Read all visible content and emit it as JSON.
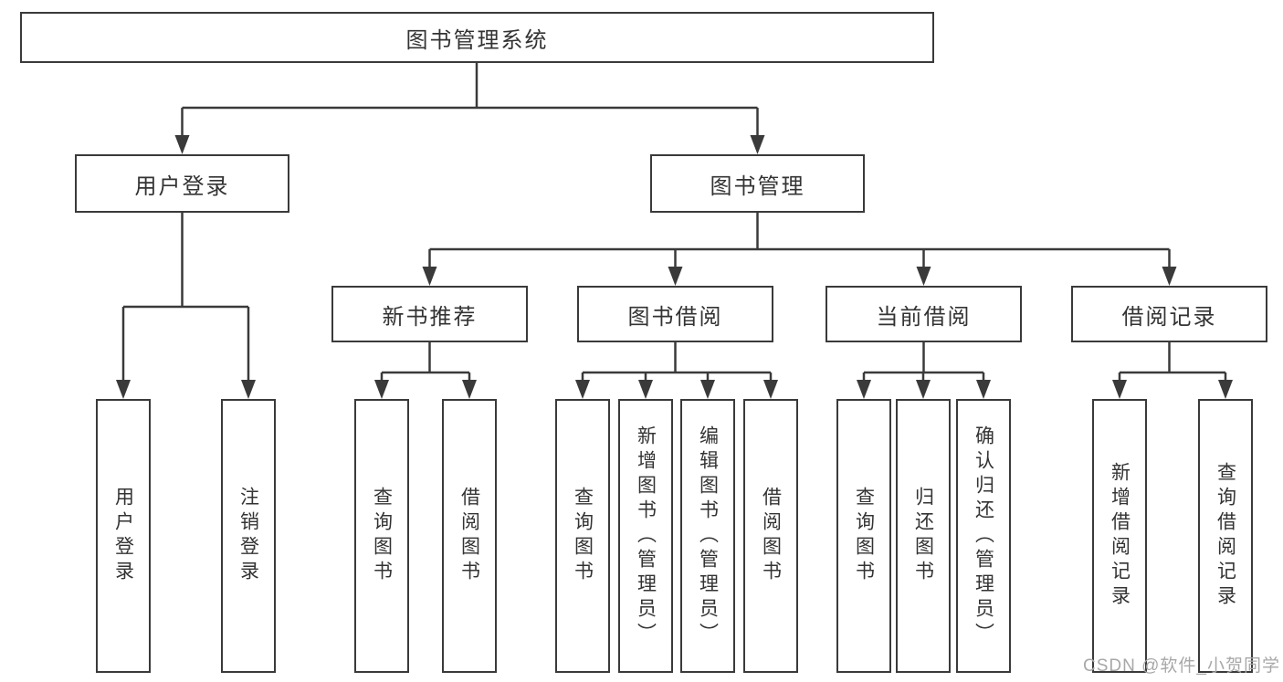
{
  "diagram": {
    "root_label": "图书管理系统",
    "branches": [
      {
        "label": "用户登录",
        "children": [
          "用户登录",
          "注销登录"
        ]
      },
      {
        "label": "图书管理",
        "groups": [
          {
            "label": "新书推荐",
            "children": [
              "查询图书",
              "借阅图书"
            ]
          },
          {
            "label": "图书借阅",
            "children": [
              "查询图书",
              "新增图书（管理员）",
              "编辑图书（管理员）",
              "借阅图书"
            ]
          },
          {
            "label": "当前借阅",
            "children": [
              "查询图书",
              "归还图书",
              "确认归还（管理员）"
            ]
          },
          {
            "label": "借阅记录",
            "children": [
              "新增借阅记录",
              "查询借阅记录"
            ]
          }
        ]
      }
    ],
    "watermark": "CSDN @软件_小贺同学",
    "colors": {
      "line": "#3a3a3a",
      "box_border": "#3a3a3a",
      "text": "#333333",
      "watermark": "#a8a8a8",
      "background": "#ffffff"
    }
  }
}
